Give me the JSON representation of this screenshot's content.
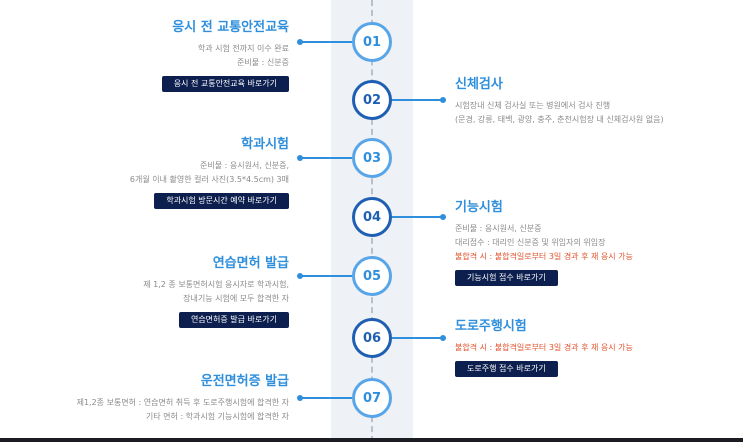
{
  "colors": {
    "accent": "#2f8fdc",
    "accent_dark": "#1f5fb3",
    "button_bg": "#0c1f4f",
    "warning": "#e0532c",
    "track": "#eef1f5"
  },
  "steps": [
    {
      "number": "01",
      "title": "응시 전 교통안전교육",
      "lines": [
        "학과 시험 전까지 이수 완료",
        "준비물 : 신분증"
      ],
      "button": "응시 전 교통안전교육 바로가기"
    },
    {
      "number": "02",
      "title": "신체검사",
      "lines": [
        "시험장내 신체 검사실 또는 병원에서 검사 진행",
        "(문경, 강릉, 태백, 광양, 충주, 춘천시험장 내 신체검사원 없음)"
      ]
    },
    {
      "number": "03",
      "title": "학과시험",
      "lines": [
        "준비물 : 응시원서, 신분증,",
        "6개월 이내 촬영한 컬러 사진(3.5*4.5cm) 3매"
      ],
      "button": "학과시험 방문시간 예약 바로가기"
    },
    {
      "number": "04",
      "title": "기능시험",
      "lines": [
        "준비물 : 응시원서, 신분증",
        "대리접수 : 대리인 신분증 및 위임자의 위임장"
      ],
      "warning": "불합격 시 : 불합격일로부터 3일 경과 후 재 응시 가능",
      "button": "기능시험 접수 바로가기"
    },
    {
      "number": "05",
      "title": "연습면허 발급",
      "lines": [
        "제 1,2 종 보통면허시험 응시자로 학과시험,",
        "장내기능 시험에 모두 합격한 자"
      ],
      "button": "연습면허증 발급 바로가기"
    },
    {
      "number": "06",
      "title": "도로주행시험",
      "warning": "불합격 시 : 불합격일로부터 3일 경과 후 재 응시 가능",
      "button": "도로주행 접수 바로가기"
    },
    {
      "number": "07",
      "title": "운전면허증 발급",
      "lines": [
        "제1,2종 보통면허 : 연습면허 취득 후 도로주행시험에 합격한 자",
        "기타 면허 : 학과시험 기능시험에 합격한 자"
      ]
    }
  ]
}
